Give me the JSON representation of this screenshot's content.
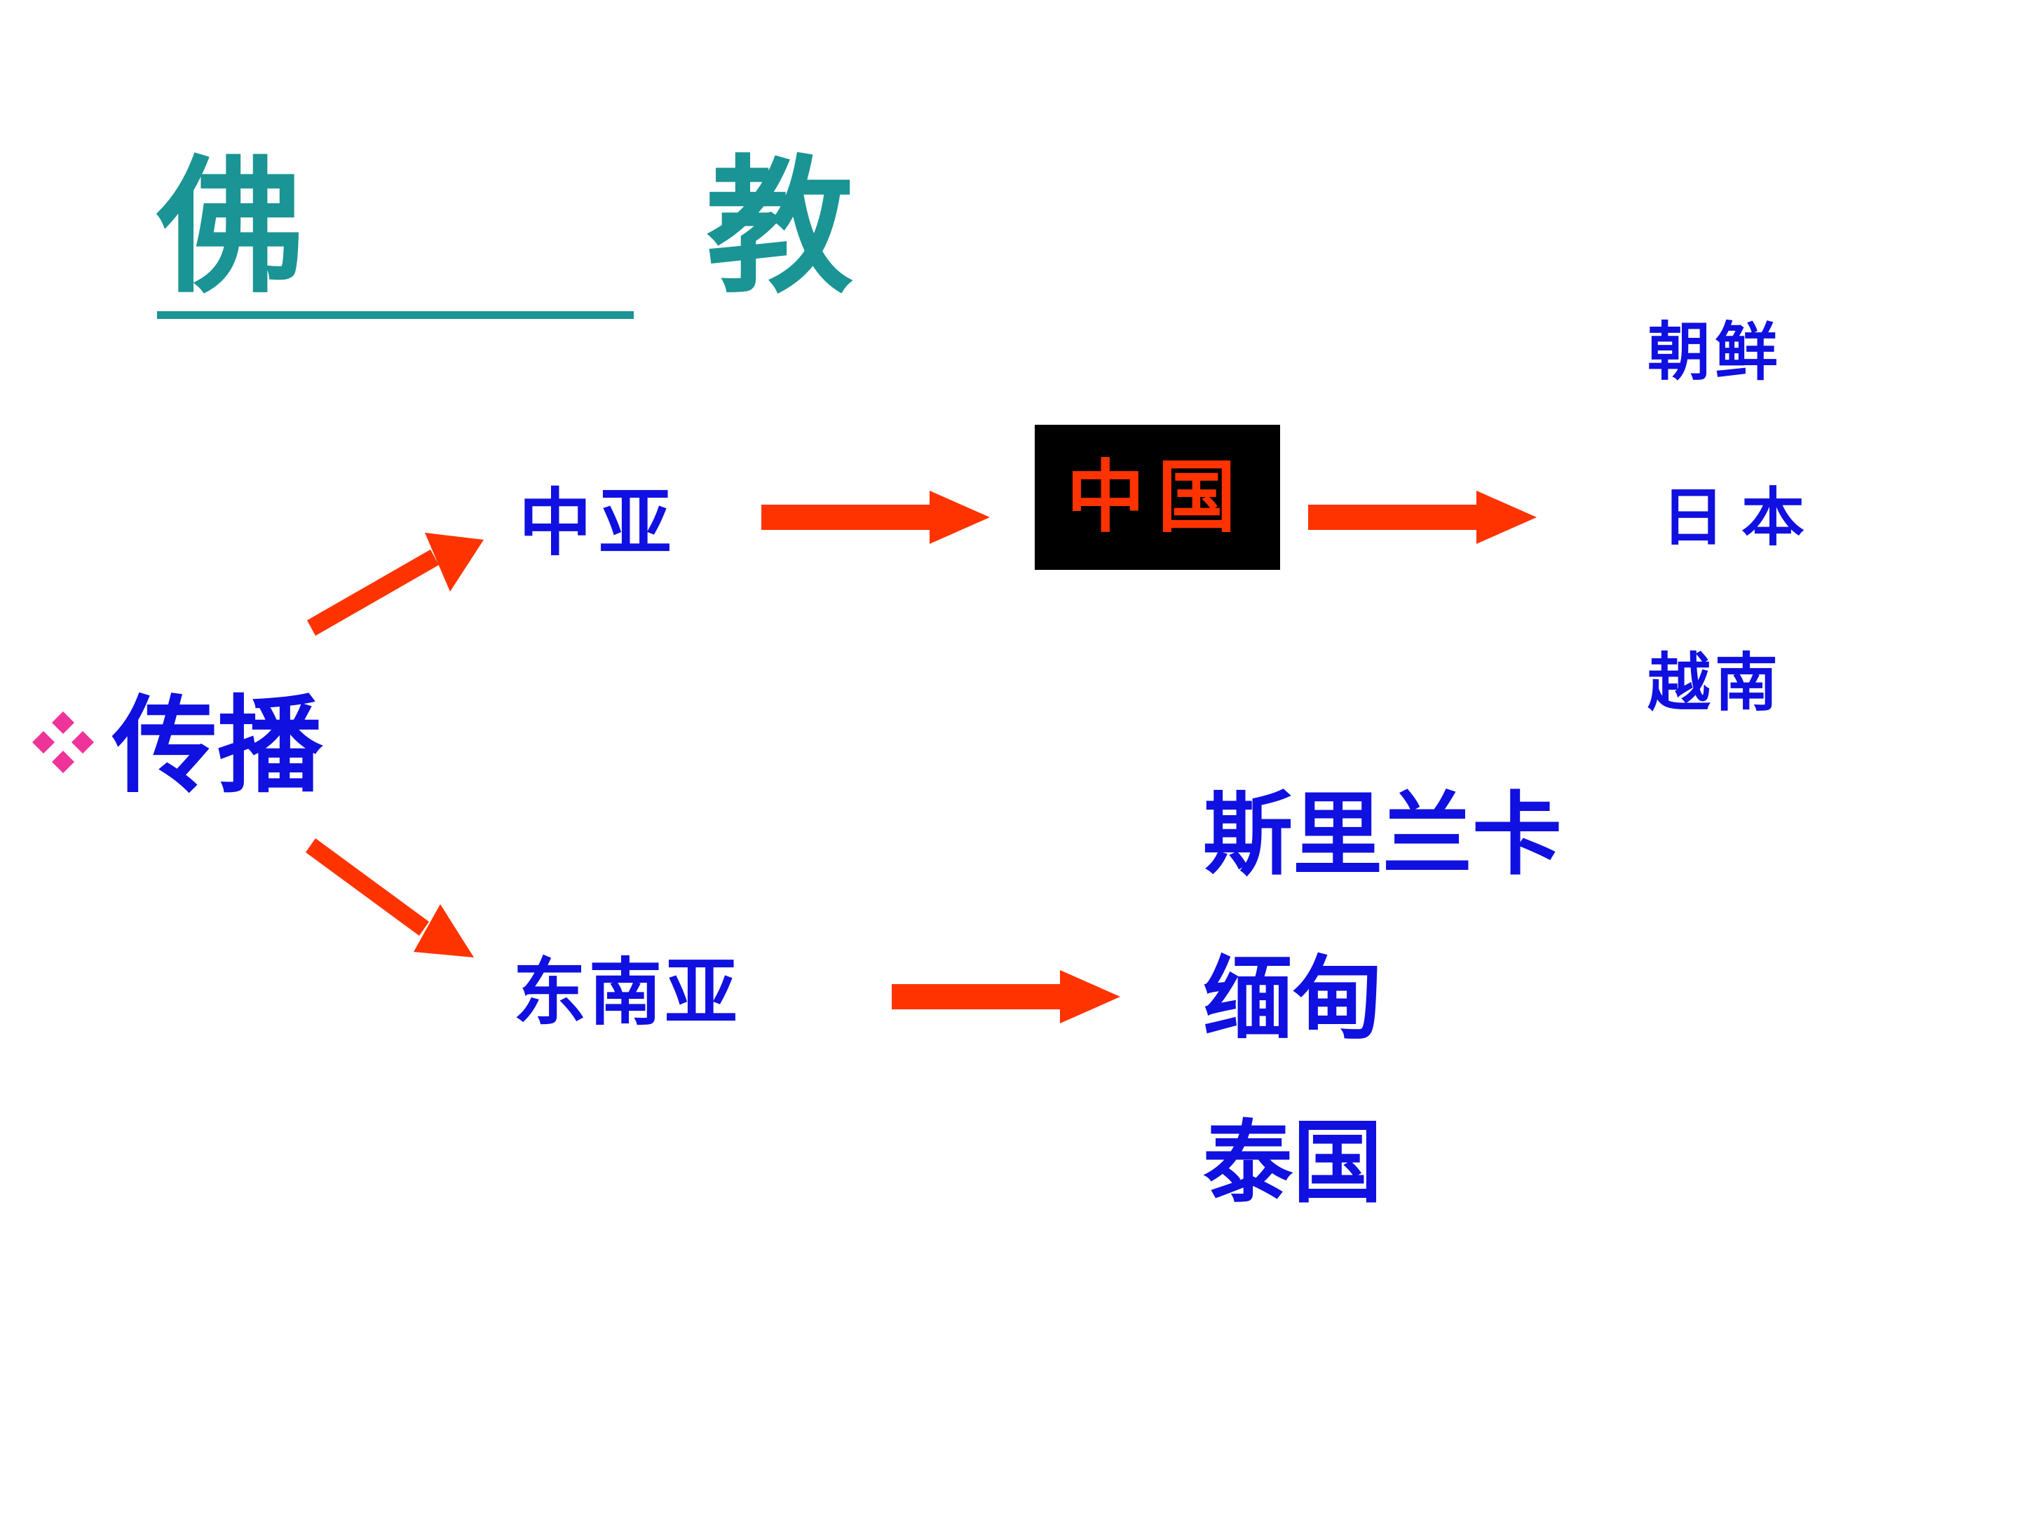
{
  "title": "佛  教",
  "origin": "传播",
  "nodes": {
    "central_asia": "中亚",
    "china": "中国",
    "southeast_asia": "东南亚"
  },
  "destinations_china": [
    "朝鲜",
    "日本",
    "越南"
  ],
  "destinations_southeast_asia": [
    "斯里兰卡",
    "缅甸",
    "泰国"
  ],
  "colors": {
    "title": "#1a9494",
    "label": "#1010e0",
    "arrow": "#ff3300",
    "bullet": "#ee3399",
    "china_box": "#000000"
  },
  "icons": {
    "bullet": "four-diamond-bullet-icon",
    "arrow": "arrow-right-icon"
  }
}
